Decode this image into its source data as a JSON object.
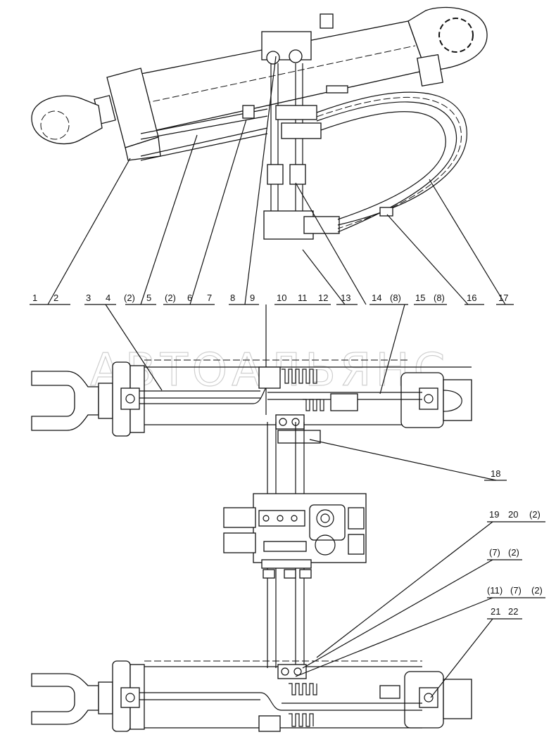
{
  "watermark": "АВТОАЛЬЯНС",
  "callouts": {
    "row1": [
      "1",
      "2",
      "3",
      "4",
      "(2)",
      "5",
      "(2)",
      "6",
      "7",
      "8",
      "9",
      "10",
      "11",
      "12",
      "13",
      "14",
      "(8)",
      "15",
      "(8)",
      "16",
      "17"
    ],
    "c18": "18",
    "row19": [
      "19",
      "20",
      "(2)"
    ],
    "row7": [
      "(7)",
      "(2)"
    ],
    "row11": [
      "(11)",
      "(7)",
      "(2)"
    ],
    "row21": [
      "21",
      "22"
    ]
  }
}
